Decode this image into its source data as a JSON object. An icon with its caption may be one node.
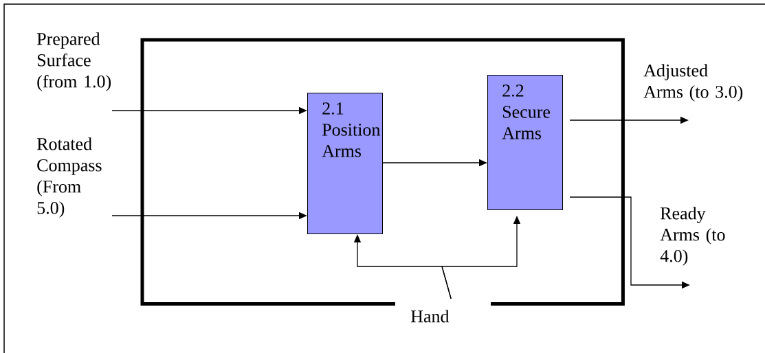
{
  "diagram": {
    "nodes": [
      {
        "text": [],
        "shape": "box"
      },
      {
        "text": [
          "Prepared Surface (from 1.0)"
        ]
      },
      {
        "text": [
          "Rotated Compass (From 5.0)"
        ]
      },
      {
        "text": [
          "2.1 Position Arms"
        ],
        "in": 0
      },
      {
        "text": [
          "2.2 Secure Arms"
        ],
        "in": 0
      },
      {
        "text": [
          "Adjusted Arms (to 3.0)"
        ]
      },
      {
        "text": [
          "Ready Arms (to 4.0)"
        ]
      },
      {
        "text": [
          "Hand"
        ]
      }
    ],
    "edges": [
      {
        "from": 1,
        "to": 3,
        "arrow": "to"
      },
      {
        "from": 2,
        "to": 3,
        "arrow": "to"
      },
      {
        "from": 3,
        "to": 4,
        "arrow": "to"
      },
      {
        "from": 4,
        "to": 5,
        "arrow": "to"
      },
      {
        "from": 4,
        "to": 6,
        "arrow": "to"
      },
      {
        "from": 7,
        "to": 3,
        "arrow": "to"
      },
      {
        "from": 7,
        "to": 4,
        "arrow": "to"
      }
    ]
  }
}
